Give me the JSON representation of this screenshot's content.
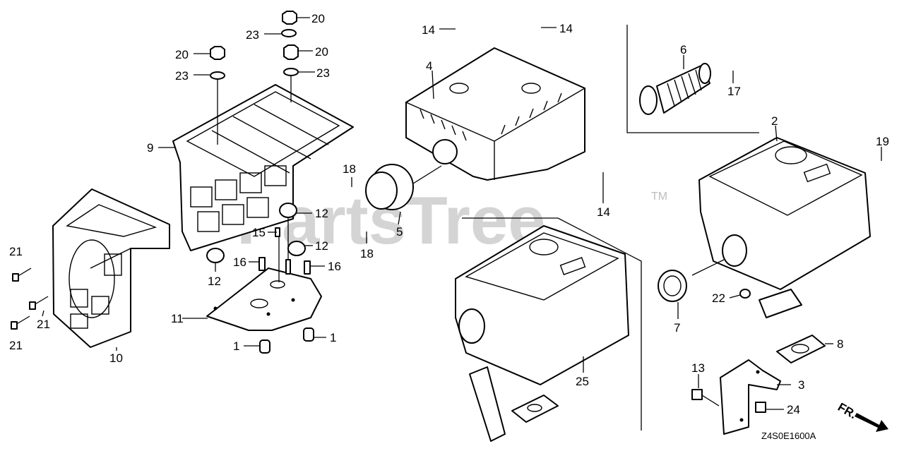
{
  "diagram": {
    "watermark": "PartsTree",
    "watermark_mark": "TM",
    "drawing_code": "Z4S0E1600A",
    "direction_label": "FR.",
    "callouts": [
      "20",
      "23",
      "20",
      "23",
      "20",
      "23",
      "9",
      "14",
      "14",
      "4",
      "6",
      "17",
      "2",
      "19",
      "18",
      "5",
      "18",
      "14",
      "12",
      "15",
      "12",
      "16",
      "16",
      "12",
      "11",
      "1",
      "1",
      "21",
      "21",
      "21",
      "10",
      "22",
      "7",
      "8",
      "25",
      "13",
      "3",
      "24"
    ]
  }
}
